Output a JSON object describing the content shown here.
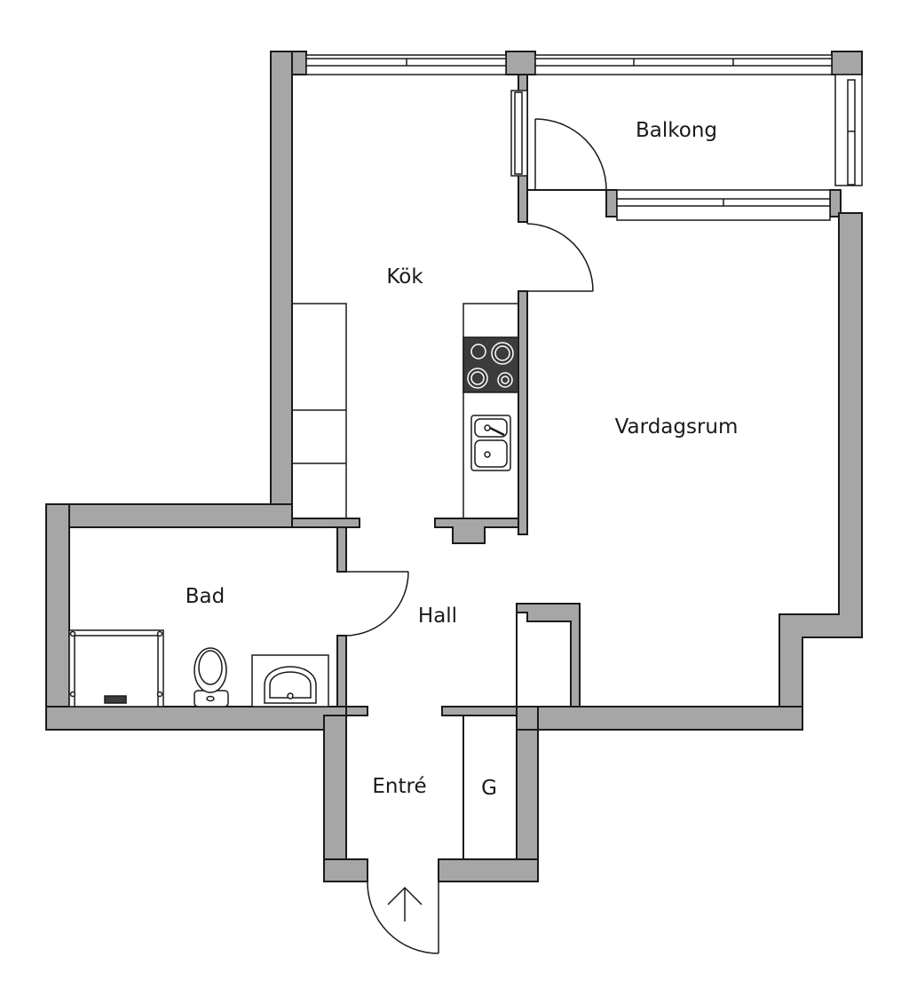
{
  "floorplan": {
    "colors": {
      "wall": "#a6a6a6",
      "line": "#1a1a1a",
      "hob": "#3c3c3c",
      "background": "#ffffff"
    },
    "rooms": {
      "balkong": "Balkong",
      "kok": "Kök",
      "vardagsrum": "Vardagsrum",
      "bad": "Bad",
      "hall": "Hall",
      "entre": "Entré",
      "garderob": "G"
    },
    "fixtures": [
      "kitchen-counter",
      "hob",
      "kitchen-sink",
      "wardrobe",
      "shower",
      "toilet",
      "washbasin"
    ],
    "entrance_marker": "arrow-up-icon"
  }
}
